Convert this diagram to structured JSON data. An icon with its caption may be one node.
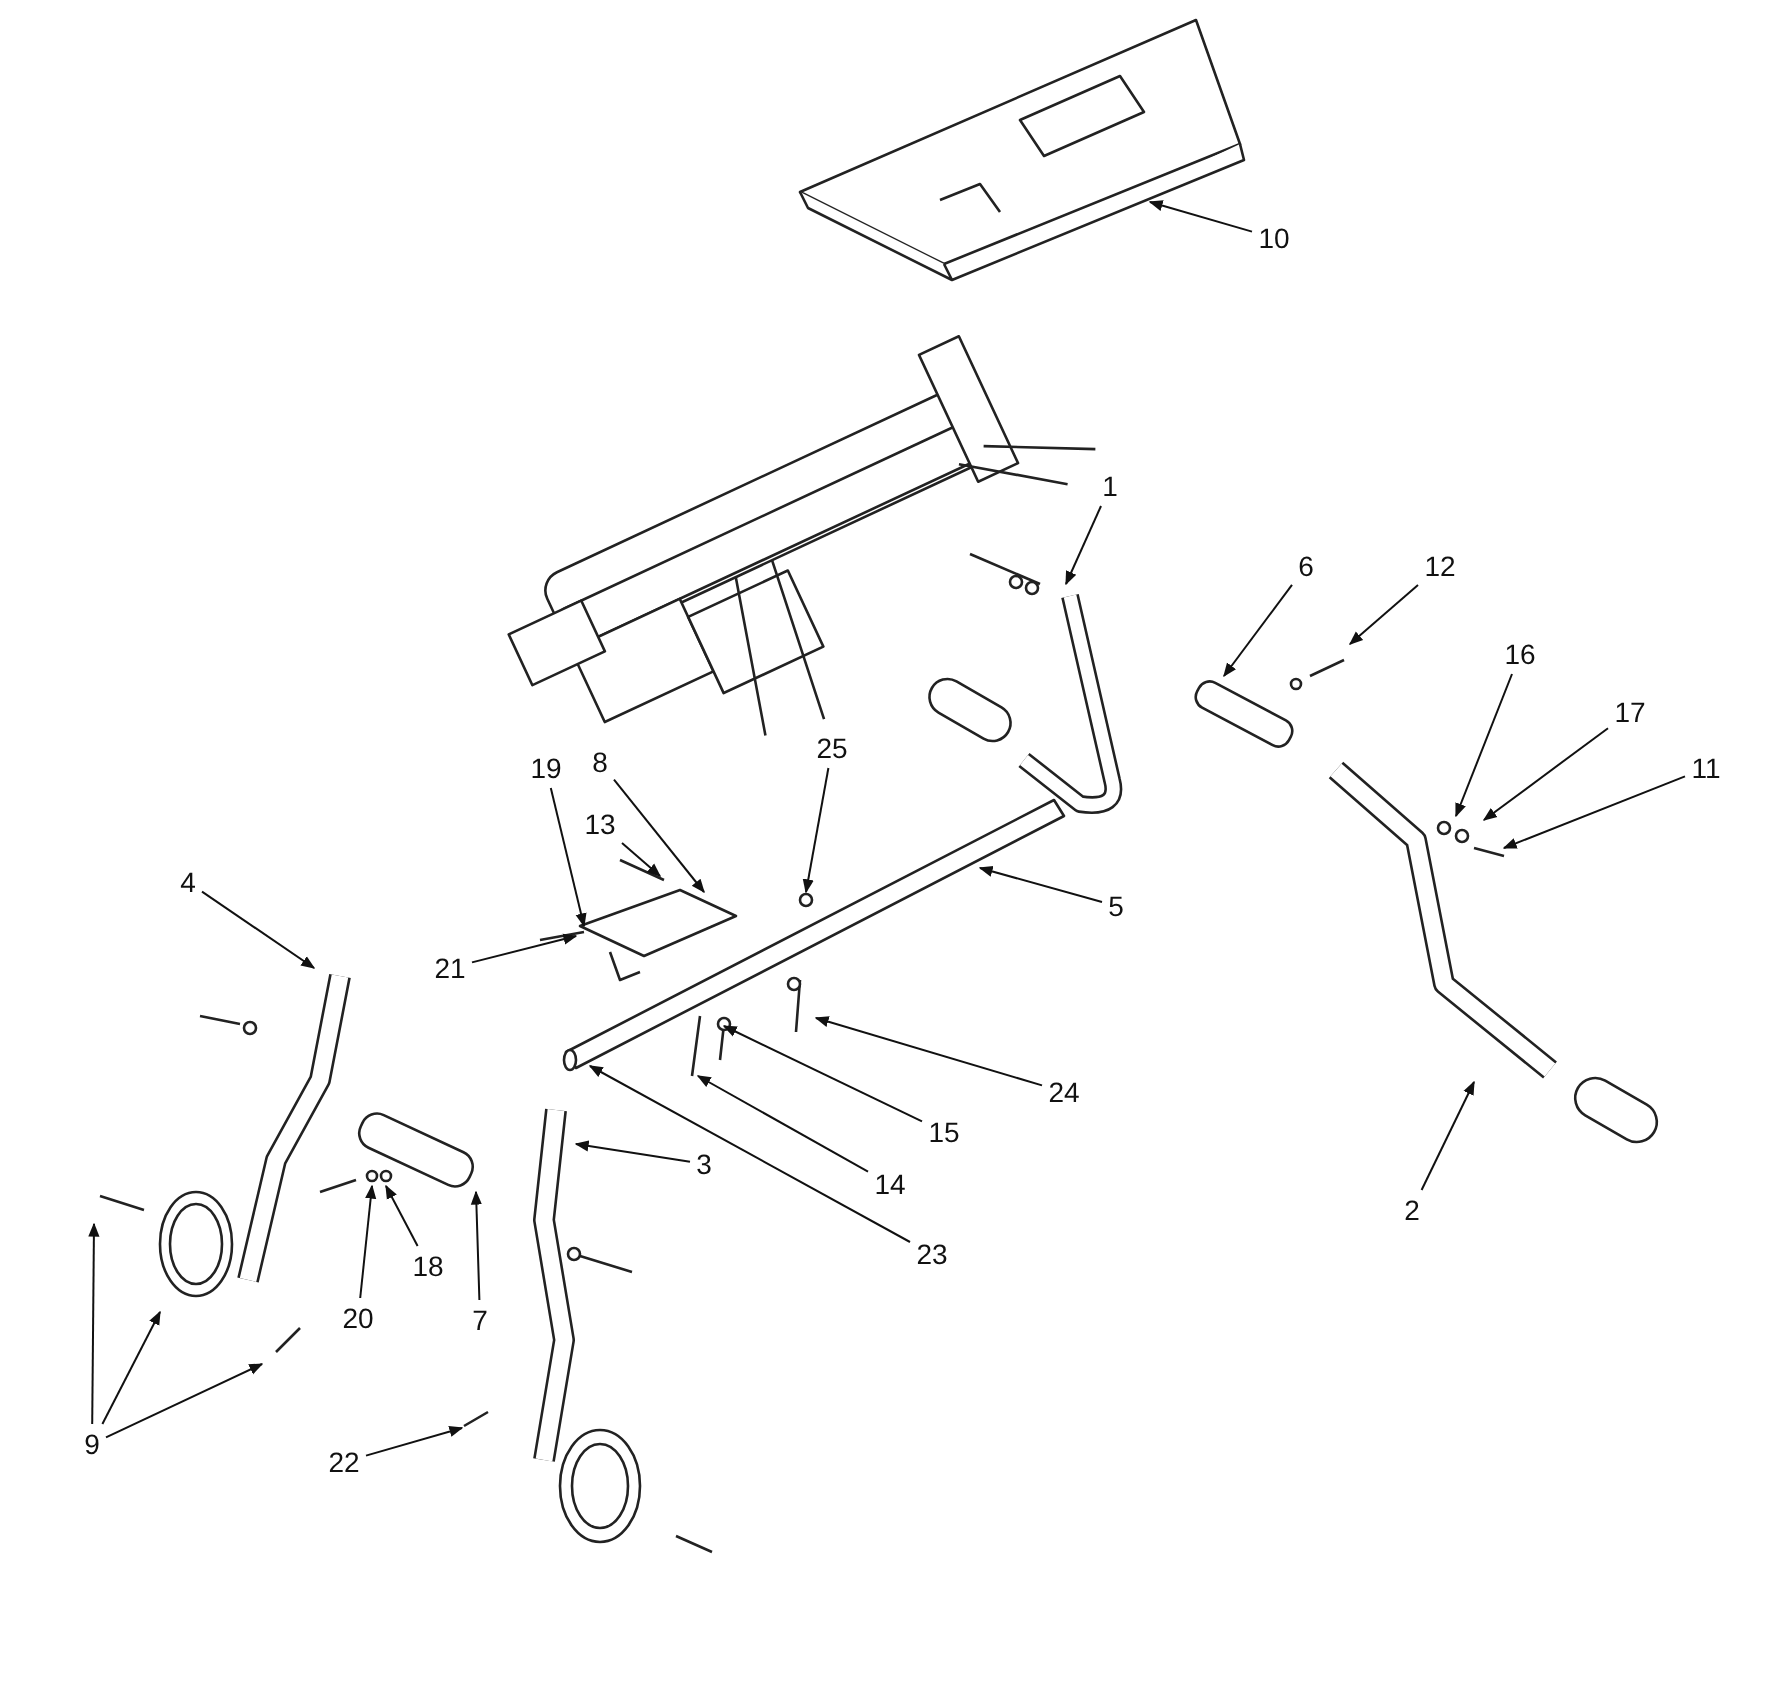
{
  "diagram": {
    "nodes": [
      {
        "text": [
          "10"
        ]
      },
      {
        "text": [
          "1"
        ]
      },
      {
        "text": [
          "6"
        ]
      },
      {
        "text": [
          "12"
        ]
      },
      {
        "text": [
          "16"
        ]
      },
      {
        "text": [
          "17"
        ]
      },
      {
        "text": [
          "11"
        ]
      },
      {
        "text": [
          "25"
        ]
      },
      {
        "text": [
          "19"
        ]
      },
      {
        "text": [
          "8"
        ]
      },
      {
        "text": [
          "13"
        ]
      },
      {
        "text": [
          "4"
        ]
      },
      {
        "text": [
          "21"
        ]
      },
      {
        "text": [
          "5"
        ]
      },
      {
        "text": [
          "24"
        ]
      },
      {
        "text": [
          "15"
        ]
      },
      {
        "text": [
          "3"
        ]
      },
      {
        "text": [
          "14"
        ]
      },
      {
        "text": [
          "2"
        ]
      },
      {
        "text": [
          "23"
        ]
      },
      {
        "text": [
          "20"
        ]
      },
      {
        "text": [
          "18"
        ]
      },
      {
        "text": [
          "7"
        ]
      },
      {
        "text": [
          "9"
        ]
      },
      {
        "text": [
          "22"
        ]
      }
    ],
    "edges": [
      {
        "from": 0,
        "to": null,
        "arrow": "to"
      },
      {
        "from": 1,
        "to": null,
        "arrow": "to"
      },
      {
        "from": 2,
        "to": null,
        "arrow": "to"
      },
      {
        "from": 3,
        "to": null,
        "arrow": "to"
      },
      {
        "from": 4,
        "to": null,
        "arrow": "to"
      },
      {
        "from": 5,
        "to": null,
        "arrow": "to"
      },
      {
        "from": 6,
        "to": null,
        "arrow": "to"
      },
      {
        "from": 7,
        "to": null,
        "arrow": "to"
      },
      {
        "from": 8,
        "to": null,
        "arrow": "to"
      },
      {
        "from": 9,
        "to": null,
        "arrow": "to"
      },
      {
        "from": 10,
        "to": null,
        "arrow": "to"
      },
      {
        "from": 11,
        "to": null,
        "arrow": "to"
      },
      {
        "from": 12,
        "to": null,
        "arrow": "to"
      },
      {
        "from": 13,
        "to": null,
        "arrow": "to"
      },
      {
        "from": 14,
        "to": null,
        "arrow": "to"
      },
      {
        "from": 15,
        "to": null,
        "arrow": "to"
      },
      {
        "from": 16,
        "to": null,
        "arrow": "to"
      },
      {
        "from": 17,
        "to": null,
        "arrow": "to"
      },
      {
        "from": 18,
        "to": null,
        "arrow": "to"
      },
      {
        "from": 19,
        "to": null,
        "arrow": "to"
      },
      {
        "from": 20,
        "to": null,
        "arrow": "to"
      },
      {
        "from": 21,
        "to": null,
        "arrow": "to"
      },
      {
        "from": 22,
        "to": null,
        "arrow": "to"
      },
      {
        "from": 23,
        "to": null,
        "arrow": "to"
      },
      {
        "from": 23,
        "to": null,
        "arrow": "to"
      },
      {
        "from": 23,
        "to": null,
        "arrow": "to"
      },
      {
        "from": 24,
        "to": null,
        "arrow": "to"
      }
    ]
  }
}
